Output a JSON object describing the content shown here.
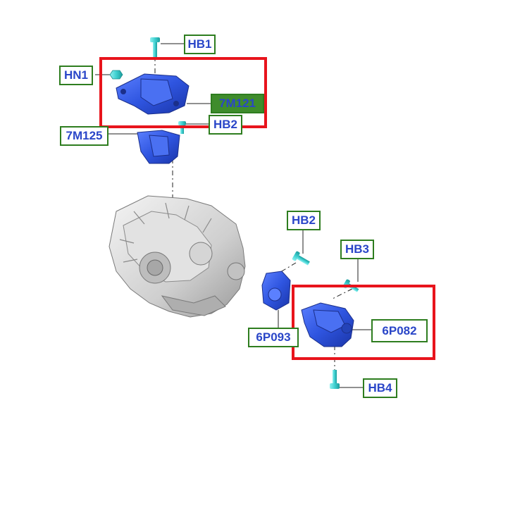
{
  "labels": {
    "hb1": "HB1",
    "hn1": "HN1",
    "m7_121": "7M121",
    "hb2_top": "HB2",
    "m7_125": "7M125",
    "hb2_mid": "HB2",
    "hb3": "HB3",
    "p6_093": "6P093",
    "p6_082": "6P082",
    "hb4": "HB4"
  },
  "colors": {
    "label_text": "#2a46c8",
    "label_border": "#2e7d1f",
    "label_highlight_fill": "#3f8c2c",
    "highlight_box": "#e8141c",
    "part_blue": "#2f55e0",
    "fastener_cyan": "#3fd0d0",
    "transmission_gray": "#c9c9c9"
  },
  "icons": {
    "fastener": "bolt-icon",
    "nut": "nut-icon"
  }
}
